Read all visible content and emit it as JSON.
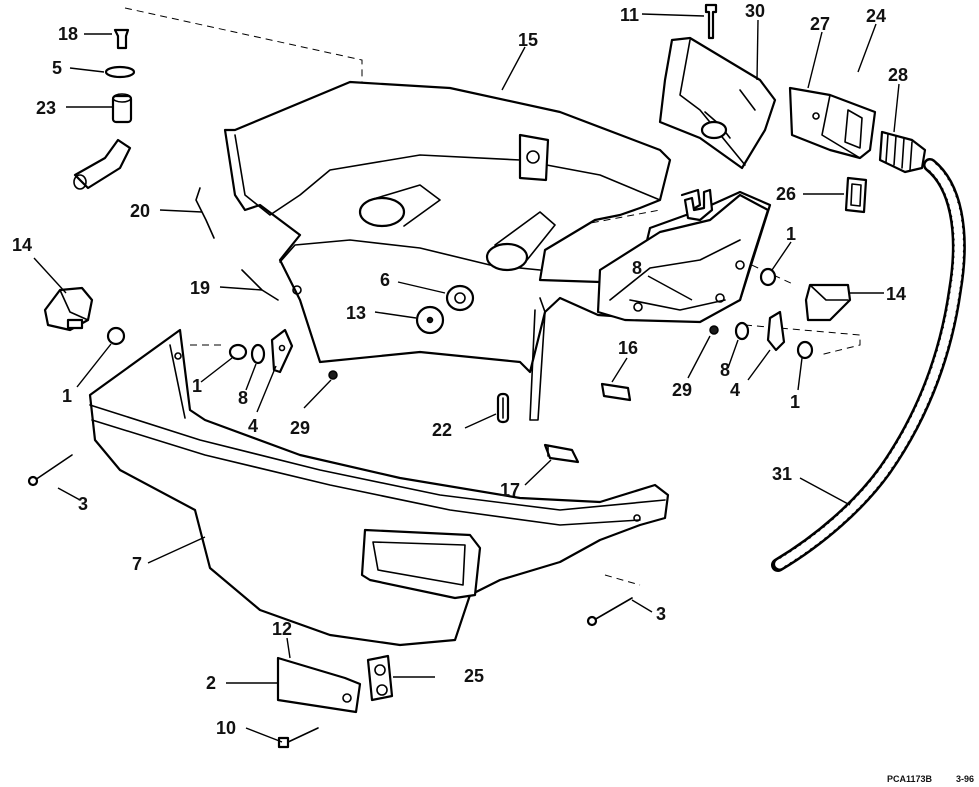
{
  "diagram": {
    "drawing_code": "PCA1173B",
    "date_code": "3-96",
    "callouts": [
      "18",
      "5",
      "23",
      "20",
      "14",
      "19",
      "1",
      "1",
      "8",
      "4",
      "29",
      "3",
      "7",
      "12",
      "2",
      "10",
      "25",
      "15",
      "6",
      "13",
      "22",
      "17",
      "11",
      "30",
      "27",
      "24",
      "28",
      "26",
      "1",
      "8",
      "14",
      "16",
      "29",
      "8",
      "4",
      "1",
      "31",
      "3"
    ],
    "parts": [
      "upper-shell",
      "lower-cowl",
      "rear-mount-cover",
      "rear-bracket",
      "air-duct",
      "grommet",
      "harness-sleeve",
      "seal-gasket",
      "latch-left",
      "latch-right",
      "inlet-plate",
      "bushing-block",
      "tube-fitting",
      "sleeve",
      "clamp",
      "pin-18",
      "wire-clip-20",
      "wire-clip-19",
      "screw-left",
      "screw-right",
      "screw-10",
      "washer-6",
      "washer-13",
      "clip-22",
      "block-16",
      "block-17",
      "bolt-11",
      "hook-fitting",
      "bushing-left",
      "grommet-left",
      "link-left",
      "bushing-right",
      "grommet-right",
      "link-right",
      "bushing-right-lower",
      "screw-29-left",
      "screw-29-right"
    ]
  }
}
